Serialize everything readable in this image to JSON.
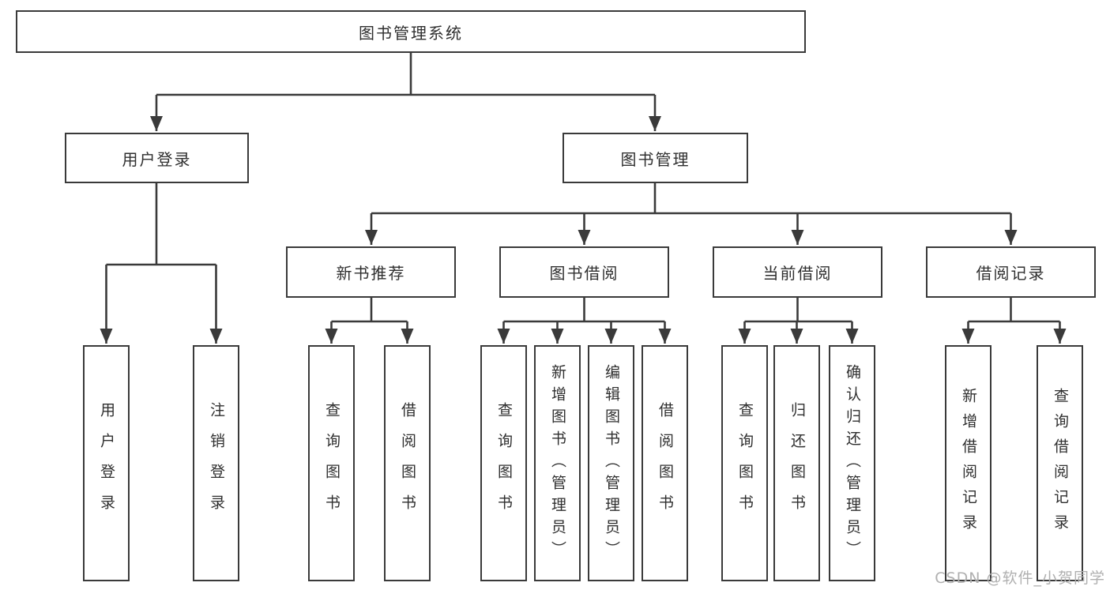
{
  "colors": {
    "line": "#3a3a3a",
    "text": "#2f2f2f",
    "box_fill": "#ffffff",
    "watermark": "#b0b0b0"
  },
  "watermark": {
    "text": "CSDN @软件_小贺同学"
  },
  "tree": {
    "label": "图书管理系统",
    "children": [
      {
        "label": "用户登录",
        "children": [
          {
            "label": "用户登录"
          },
          {
            "label": "注销登录"
          }
        ]
      },
      {
        "label": "图书管理",
        "children": [
          {
            "label": "新书推荐",
            "children": [
              {
                "label": "查询图书"
              },
              {
                "label": "借阅图书"
              }
            ]
          },
          {
            "label": "图书借阅",
            "children": [
              {
                "label": "查询图书"
              },
              {
                "label": "新增图书（管理员）"
              },
              {
                "label": "编辑图书（管理员）"
              },
              {
                "label": "借阅图书"
              }
            ]
          },
          {
            "label": "当前借阅",
            "children": [
              {
                "label": "查询图书"
              },
              {
                "label": "归还图书"
              },
              {
                "label": "确认归还（管理员）"
              }
            ]
          },
          {
            "label": "借阅记录",
            "children": [
              {
                "label": "新增借阅记录"
              },
              {
                "label": "查询借阅记录"
              }
            ]
          }
        ]
      }
    ]
  }
}
